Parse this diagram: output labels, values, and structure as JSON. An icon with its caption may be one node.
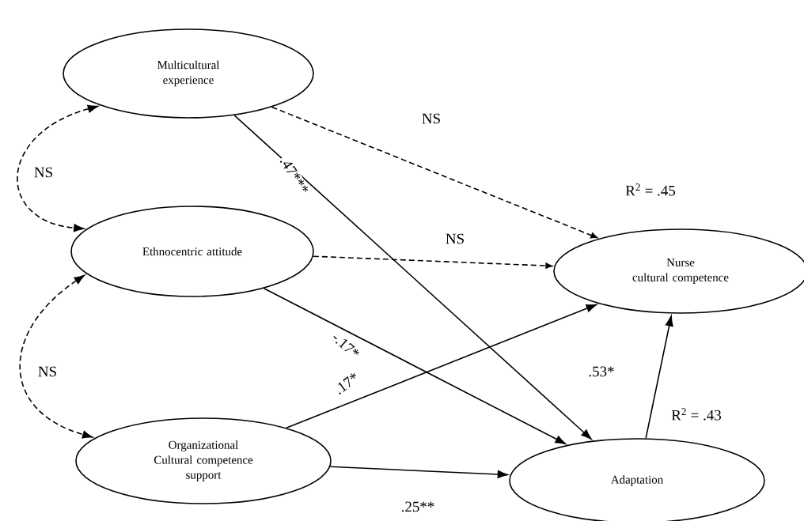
{
  "diagram": {
    "nodes": [
      {
        "text": [
          "Multicultural experience"
        ]
      },
      {
        "text": [
          "Ethnocentric attitude"
        ]
      },
      {
        "text": [
          "Organizational Cultural competence support"
        ]
      },
      {
        "text": [
          "Nurse cultural competence"
        ]
      },
      {
        "text": [
          "Adaptation"
        ]
      }
    ],
    "edges": [
      {
        "from": 0,
        "to": 3,
        "arrow": "to",
        "style": "dashed",
        "label": "NS"
      },
      {
        "from": 0,
        "to": 4,
        "arrow": "to",
        "label": ".47***"
      },
      {
        "from": 1,
        "to": 3,
        "arrow": "to",
        "style": "dashed",
        "label": "NS"
      },
      {
        "from": 1,
        "to": 4,
        "arrow": "to",
        "label": "-.17*"
      },
      {
        "from": 2,
        "to": 3,
        "arrow": "to",
        "label": ".17*"
      },
      {
        "from": 2,
        "to": 4,
        "arrow": "to",
        "label": ".25**"
      },
      {
        "from": 4,
        "to": 3,
        "arrow": "to",
        "label": ".53*"
      },
      {
        "from": 0,
        "to": 1,
        "arrow": "both",
        "style": "dashed",
        "label": "NS"
      },
      {
        "from": 1,
        "to": 2,
        "arrow": "both",
        "style": "dashed",
        "label": "NS"
      }
    ],
    "labels": [
      "R$^{2}$ = .45",
      "R$^{2}$ = .43"
    ]
  }
}
